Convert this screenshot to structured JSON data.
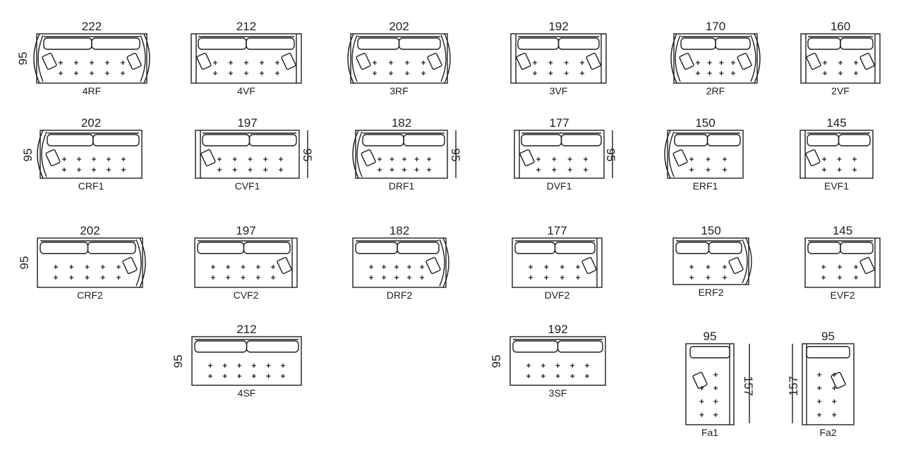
{
  "items": [
    {
      "code": "4RF",
      "width": "222",
      "depth": "95",
      "shape": "full",
      "arms": "round"
    },
    {
      "code": "4VF",
      "width": "212",
      "shape": "full",
      "arms": "straight"
    },
    {
      "code": "3RF",
      "width": "202",
      "shape": "full",
      "arms": "round"
    },
    {
      "code": "3VF",
      "width": "192",
      "shape": "full",
      "arms": "straight"
    },
    {
      "code": "2RF",
      "width": "170",
      "shape": "full",
      "arms": "round"
    },
    {
      "code": "2VF",
      "width": "160",
      "shape": "full",
      "arms": "straight"
    },
    {
      "code": "CRF1",
      "width": "202",
      "depth": "95",
      "shape": "end-left",
      "arms": "round"
    },
    {
      "code": "CVF1",
      "width": "197",
      "depth": "95",
      "shape": "end-left",
      "arms": "straight"
    },
    {
      "code": "DRF1",
      "width": "182",
      "depth": "95",
      "shape": "end-left",
      "arms": "round"
    },
    {
      "code": "DVF1",
      "width": "177",
      "depth": "95",
      "shape": "end-left",
      "arms": "straight"
    },
    {
      "code": "ERF1",
      "width": "150",
      "shape": "end-left",
      "arms": "round"
    },
    {
      "code": "EVF1",
      "width": "145",
      "shape": "end-left",
      "arms": "straight"
    },
    {
      "code": "CRF2",
      "width": "202",
      "depth": "95",
      "shape": "end-right",
      "arms": "round"
    },
    {
      "code": "CVF2",
      "width": "197",
      "shape": "end-right",
      "arms": "straight"
    },
    {
      "code": "DRF2",
      "width": "182",
      "shape": "end-right",
      "arms": "round"
    },
    {
      "code": "DVF2",
      "width": "177",
      "shape": "end-right",
      "arms": "straight"
    },
    {
      "code": "ERF2",
      "width": "150",
      "shape": "end-right",
      "arms": "round"
    },
    {
      "code": "EVF2",
      "width": "145",
      "shape": "end-right",
      "arms": "straight"
    },
    {
      "code": "4SF",
      "width": "212",
      "depth": "95",
      "shape": "no-arms"
    },
    {
      "code": "3SF",
      "width": "192",
      "depth": "95",
      "shape": "no-arms"
    },
    {
      "code": "Fa1",
      "width": "95",
      "depth": "157",
      "shape": "chaise-right"
    },
    {
      "code": "Fa2",
      "width": "95",
      "depth": "157",
      "shape": "chaise-left"
    }
  ],
  "colors": {
    "line": "#1e1e1e",
    "background": "#ffffff"
  }
}
